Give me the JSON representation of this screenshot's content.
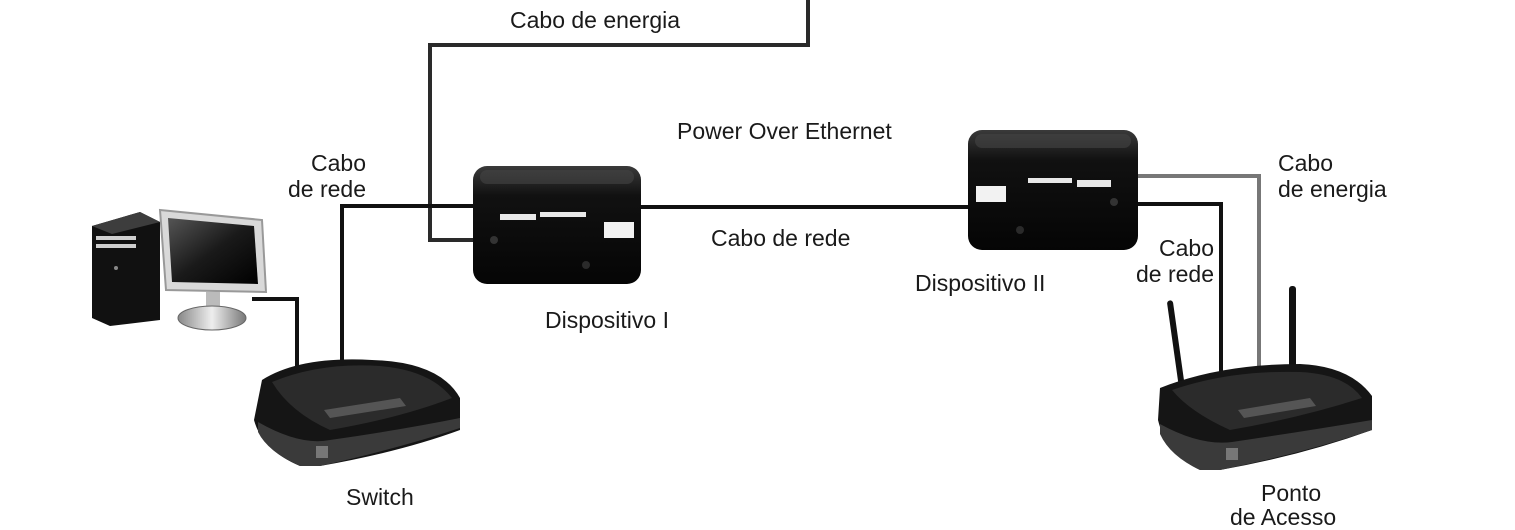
{
  "labels": {
    "power_cable_top": "Cabo de energia",
    "poe": "Power Over Ethernet",
    "net_cable_left_l1": "Cabo",
    "net_cable_left_l2": "de rede",
    "net_cable_mid": "Cabo de rede",
    "device_1": "Dispositivo I",
    "device_2": "Dispositivo II",
    "power_cable_right_l1": "Cabo",
    "power_cable_right_l2": "de energia",
    "net_cable_right_l1": "Cabo",
    "net_cable_right_l2": "de rede",
    "switch": "Switch",
    "access_point_l1": "Ponto",
    "access_point_l2": "de Acesso"
  },
  "colors": {
    "network_cable": "#111111",
    "power_cable": "#777777",
    "device_body": "#151515"
  }
}
